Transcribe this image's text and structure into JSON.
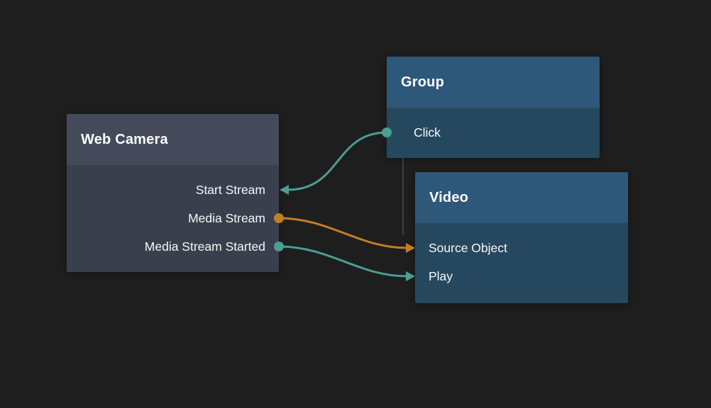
{
  "canvas": {
    "background": "#1e1e1e"
  },
  "colors": {
    "teal": "#4A9E94",
    "orange": "#C07F27",
    "hierarchy_line": "#9A9A9A"
  },
  "nodes": {
    "web_camera": {
      "title": "Web Camera",
      "ports": [
        {
          "label": "Start Stream"
        },
        {
          "label": "Media Stream"
        },
        {
          "label": "Media Stream Started"
        }
      ]
    },
    "group": {
      "title": "Group",
      "ports": [
        {
          "label": "Click"
        }
      ]
    },
    "video": {
      "title": "Video",
      "ports": [
        {
          "label": "Source Object"
        },
        {
          "label": "Play"
        }
      ]
    }
  },
  "connections": [
    {
      "from_node": "Group",
      "from_port": "Click",
      "to_node": "Web Camera",
      "to_port": "Start Stream",
      "color": "#4A9E94"
    },
    {
      "from_node": "Web Camera",
      "from_port": "Media Stream",
      "to_node": "Video",
      "to_port": "Source Object",
      "color": "#C07F27"
    },
    {
      "from_node": "Web Camera",
      "from_port": "Media Stream Started",
      "to_node": "Video",
      "to_port": "Play",
      "color": "#4A9E94"
    }
  ],
  "hierarchy_connection": {
    "from_node": "Group",
    "to_node": "Video",
    "color": "#9A9A9A"
  }
}
